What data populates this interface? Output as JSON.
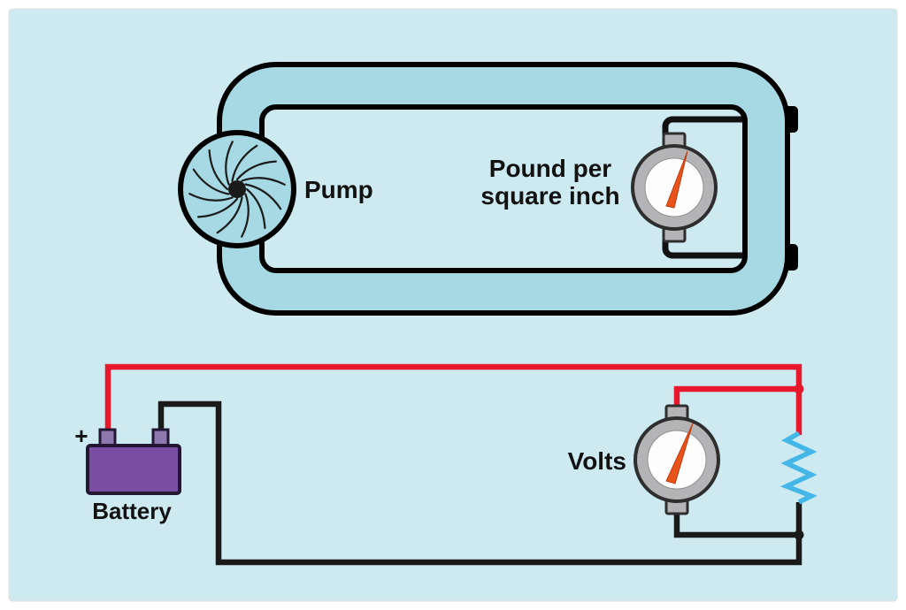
{
  "diagram": {
    "title_hint": "Hydraulic pressure vs electrical voltage analogy diagram",
    "hydraulic": {
      "pump_label": "Pump",
      "pressure_gauge_label_line1": "Pound per",
      "pressure_gauge_label_line2": "square inch"
    },
    "electrical": {
      "voltmeter_label": "Volts",
      "battery_label": "Battery",
      "battery_positive_sign": "+"
    },
    "colors": {
      "panel_background": "#cdeaf1",
      "pipe_fill": "#a6d9e4",
      "pipe_outline": "#000000",
      "wire_positive_red": "#e8192c",
      "wire_negative_black": "#1a1a1a",
      "resistor_blue": "#45b6e8",
      "battery_purple": "#7a4fa3",
      "gauge_gray": "#b4b4b6",
      "needle_orange": "#e8531b"
    }
  }
}
